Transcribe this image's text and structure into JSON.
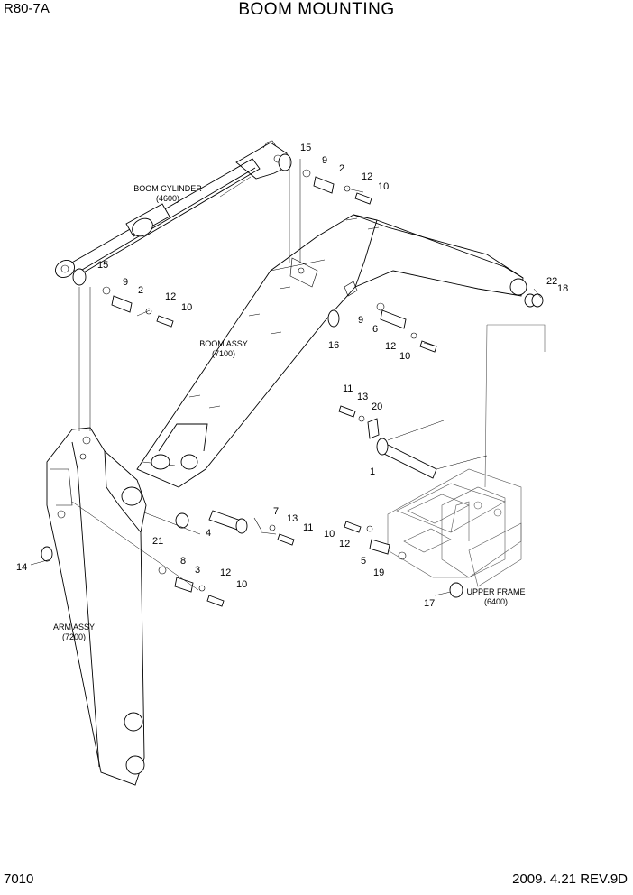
{
  "header": {
    "model": "R80-7A",
    "title": "BOOM MOUNTING"
  },
  "footer": {
    "page": "7010",
    "revision": "2009. 4.21  REV.9D"
  },
  "assemblies": {
    "boom_cylinder": {
      "name": "BOOM CYLINDER",
      "ref": "(4600)"
    },
    "boom_assy": {
      "name": "BOOM ASSY",
      "ref": "(7100)"
    },
    "arm_assy": {
      "name": "ARM ASSY",
      "ref": "(7200)"
    },
    "upper_frame": {
      "name": "UPPER FRAME",
      "ref": "(6400)"
    }
  },
  "callouts": {
    "c15a": "15",
    "c9a": "9",
    "c2a": "2",
    "c12a": "12",
    "c10a": "10",
    "c15b": "15",
    "c9b": "9",
    "c2b": "2",
    "c12b": "12",
    "c10b": "10",
    "c22": "22",
    "c18": "18",
    "c9c": "9",
    "c6": "6",
    "c12c": "12",
    "c10c": "10",
    "c16": "16",
    "c11a": "11",
    "c13a": "13",
    "c20": "20",
    "c1": "1",
    "c7": "7",
    "c13b": "13",
    "c11b": "11",
    "c4": "4",
    "c21": "21",
    "c10d": "10",
    "c12d": "12",
    "c5": "5",
    "c19": "19",
    "c17": "17",
    "c14": "14",
    "c8": "8",
    "c3": "3",
    "c12e": "12",
    "c10e": "10"
  }
}
